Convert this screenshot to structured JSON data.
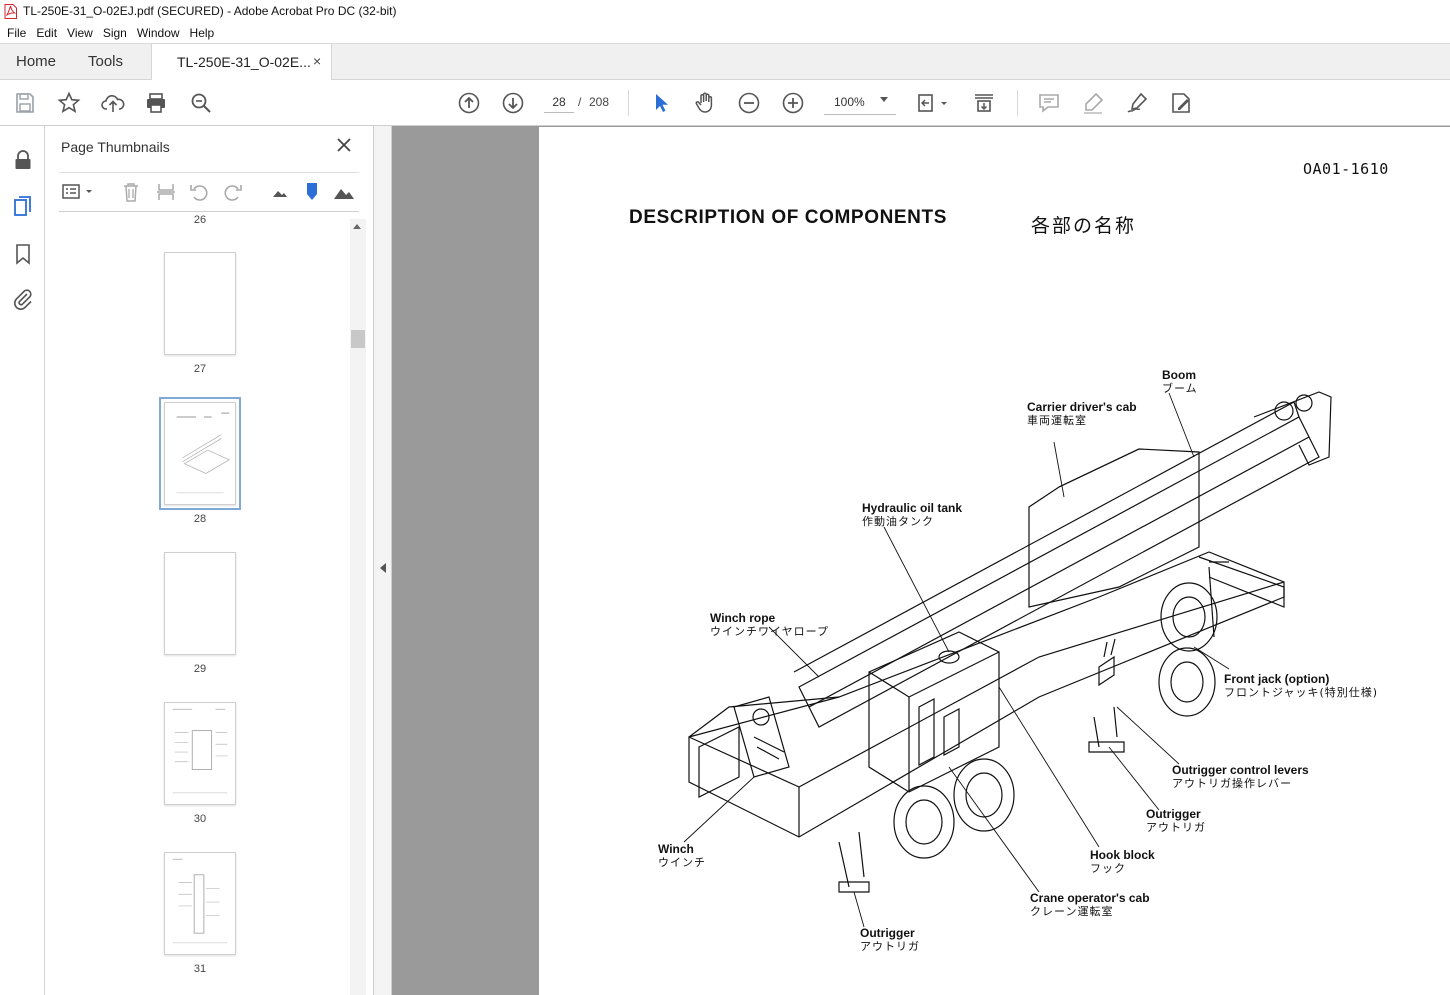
{
  "window": {
    "title": "TL-250E-31_O-02EJ.pdf (SECURED) - Adobe Acrobat Pro DC (32-bit)"
  },
  "menu": [
    "File",
    "Edit",
    "View",
    "Sign",
    "Window",
    "Help"
  ],
  "tabs": {
    "home": "Home",
    "tools": "Tools",
    "document": "TL-250E-31_O-02E...",
    "close": "×"
  },
  "toolbar": {
    "page_current": "28",
    "page_sep": "/",
    "page_total": "208",
    "zoom": "100%"
  },
  "panel": {
    "title": "Page Thumbnails",
    "pages": [
      {
        "num": "26"
      },
      {
        "num": "27"
      },
      {
        "num": "28",
        "selected": true
      },
      {
        "num": "29"
      },
      {
        "num": "30"
      },
      {
        "num": "31"
      }
    ]
  },
  "document": {
    "code": "OA01-1610",
    "title": "DESCRIPTION OF COMPONENTS",
    "title_jp": "各部の名称",
    "labels": [
      {
        "en": "Boom",
        "jp": "ブーム"
      },
      {
        "en": "Carrier driver's cab",
        "jp": "車両運転室"
      },
      {
        "en": "Hydraulic oil tank",
        "jp": "作動油タンク"
      },
      {
        "en": "Winch rope",
        "jp": "ウインチワイヤロープ"
      },
      {
        "en": "Front jack (option)",
        "jp": "フロントジャッキ(特別仕様)"
      },
      {
        "en": "Outrigger control levers",
        "jp": "アウトリガ操作レバー"
      },
      {
        "en": "Outrigger",
        "jp": "アウトリガ"
      },
      {
        "en": "Hook block",
        "jp": "フック"
      },
      {
        "en": "Winch",
        "jp": "ウインチ"
      },
      {
        "en": "Crane operator's cab",
        "jp": "クレーン運転室"
      },
      {
        "en": "Outrigger",
        "jp": "アウトリガ"
      }
    ]
  },
  "colors": {
    "accent": "#2b6fd6",
    "selection": "#7fa9d6",
    "pdf_icon": "#d7262b"
  }
}
